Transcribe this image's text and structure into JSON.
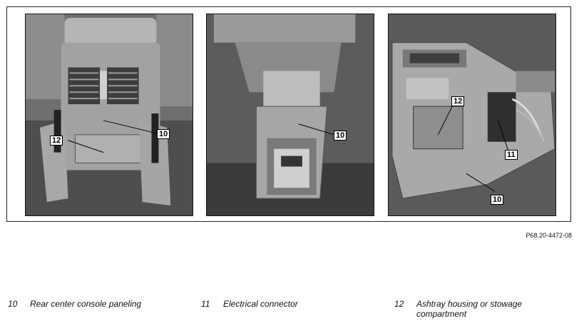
{
  "figure": {
    "reference_code": "P68.20-4472-08",
    "callouts": {
      "photo1": [
        "12",
        "10"
      ],
      "photo2": [
        "10"
      ],
      "photo3": [
        "12",
        "11",
        "10"
      ]
    }
  },
  "legend": [
    {
      "number": "10",
      "text": "Rear center console paneling"
    },
    {
      "number": "11",
      "text": "Electrical connector"
    },
    {
      "number": "12",
      "text": "Ashtray housing or stowage compartment"
    }
  ]
}
